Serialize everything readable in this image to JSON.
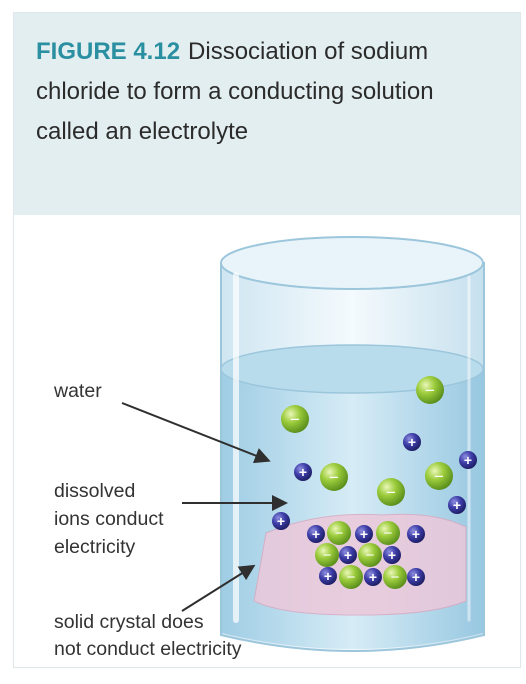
{
  "caption": {
    "label": "FIGURE 4.12",
    "text": "Dissociation of sodium chloride to form a conducting solution called an electrolyte"
  },
  "labels": {
    "water": "water",
    "ions_line1": "dissolved",
    "ions_line2": "ions conduct",
    "ions_line3": "electricity",
    "crystal_line1": "solid crystal does",
    "crystal_line2": "not conduct electricity"
  },
  "ion_symbols": {
    "anion": "−",
    "cation": "+"
  },
  "colors": {
    "caption_background": "#e3eef1",
    "caption_label": "#2a8fa0",
    "water": "#a9d3e8",
    "crystal": "#e9c9da",
    "chloride_ion": "#8cbf30",
    "sodium_ion": "#3d3d9e"
  }
}
